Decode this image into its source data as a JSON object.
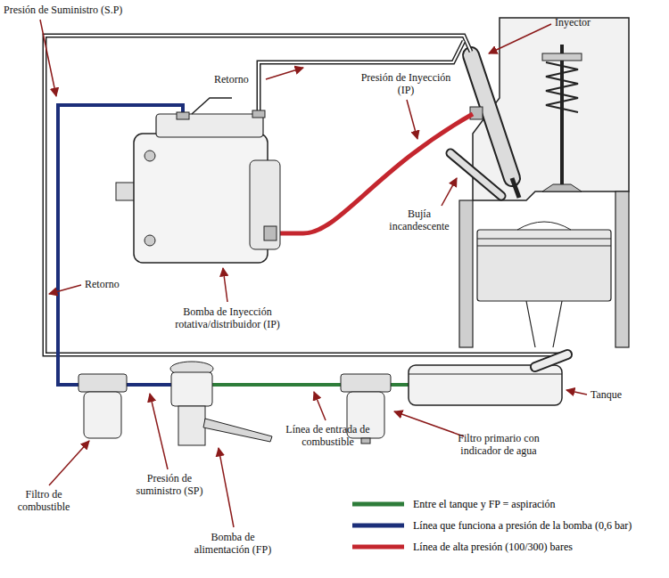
{
  "diagram": {
    "labels": [
      "Presión de Suministro (S.P)",
      "Inyector",
      "Retorno",
      "Presión de Inyección (IP)",
      "Bujía incandescente",
      "Retorno",
      "Bomba de Inyección rotativa/distribuidor (IP)",
      "Tanque",
      "Filtro primario con indicador de agua",
      "Línea de entrada de combustible",
      "Presión de suministro (SP)",
      "Filtro de combustible",
      "Bomba de alimentación (FP)"
    ],
    "legend": [
      {
        "text": "Entre el tanque y FP = aspiración",
        "color": "#2e7d3a"
      },
      {
        "text": "Línea que funciona a presión de la bomba (0,6 bar)",
        "color": "#1c2f7a"
      },
      {
        "text": "Línea de alta presión (100/300) bares",
        "color": "#c4262e"
      }
    ]
  }
}
